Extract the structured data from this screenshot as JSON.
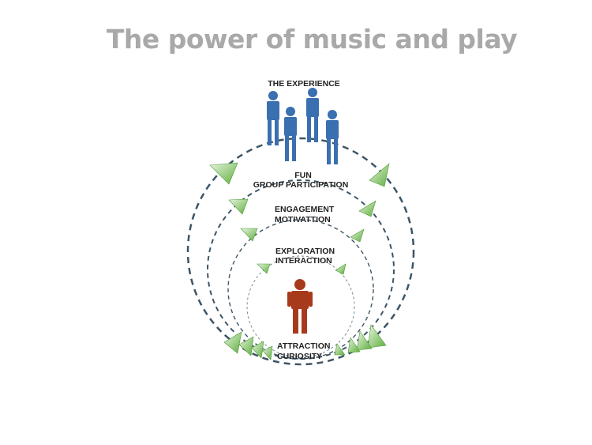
{
  "title": "The power of music and play",
  "labels": {
    "experience": "THE EXPERIENCE",
    "fun": "FUN",
    "group_participation": "GROUP PARTICIPATION",
    "engagement": "ENGAGEMENT",
    "motivation": "MOTIVATTION",
    "exploration": "EXPLORATION",
    "interaction": "INTERACTION",
    "attraction": "ATTRACTION",
    "curiosity": "CURIOSITY"
  },
  "colors": {
    "group_figures": "#3a6fb0",
    "individual_figure": "#a83a1c",
    "ring_dash": "#3d5566",
    "arrow": "#7cc35a",
    "title": "#a9a9a9"
  }
}
